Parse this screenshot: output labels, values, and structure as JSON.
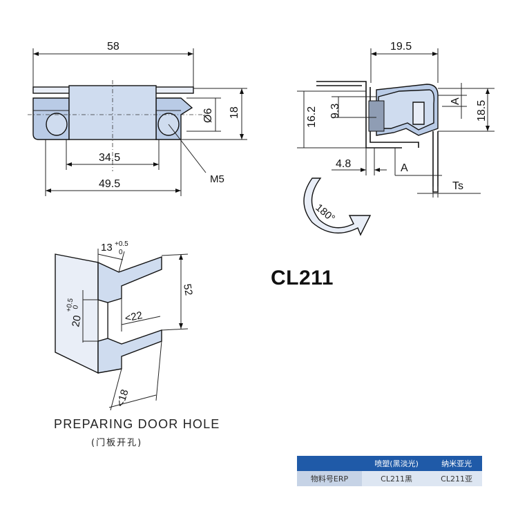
{
  "model": "CL211",
  "top_left_view": {
    "dims": {
      "overall_width": "58",
      "hole_diameter": "Ø6",
      "height": "18",
      "center_span": "34.5",
      "base_span": "49.5",
      "thread": "M5"
    }
  },
  "top_right_view": {
    "dims": {
      "width": "19.5",
      "left_height": "16.2",
      "inner_height": "9.3",
      "right_height": "18.5",
      "offset": "4.8",
      "section_top": "A",
      "section_bottom": "A",
      "thickness": "Ts",
      "rotation": "180°"
    }
  },
  "door_hole": {
    "title": "PREPARING DOOR HOLE",
    "subtitle": "(门板开孔)",
    "dims": {
      "top_width": "13",
      "top_tol_plus": "+0.5",
      "top_tol_minus": "0",
      "hole_height": "20",
      "height_tol_plus": "+0.5",
      "height_tol_minus": "0",
      "inner_limit": "<22",
      "outer_height": "52",
      "depth_limit": "<18"
    }
  },
  "erp_table": {
    "headers": [
      "",
      "喷塑(黑淡光)",
      "纳米亚光"
    ],
    "rows": [
      [
        "物料号ERP",
        "CL211黑",
        "CL211亚"
      ]
    ]
  },
  "colors": {
    "part_fill": "#cfdcef",
    "table_header": "#1f5aa8",
    "table_row": "#dde6f2"
  }
}
